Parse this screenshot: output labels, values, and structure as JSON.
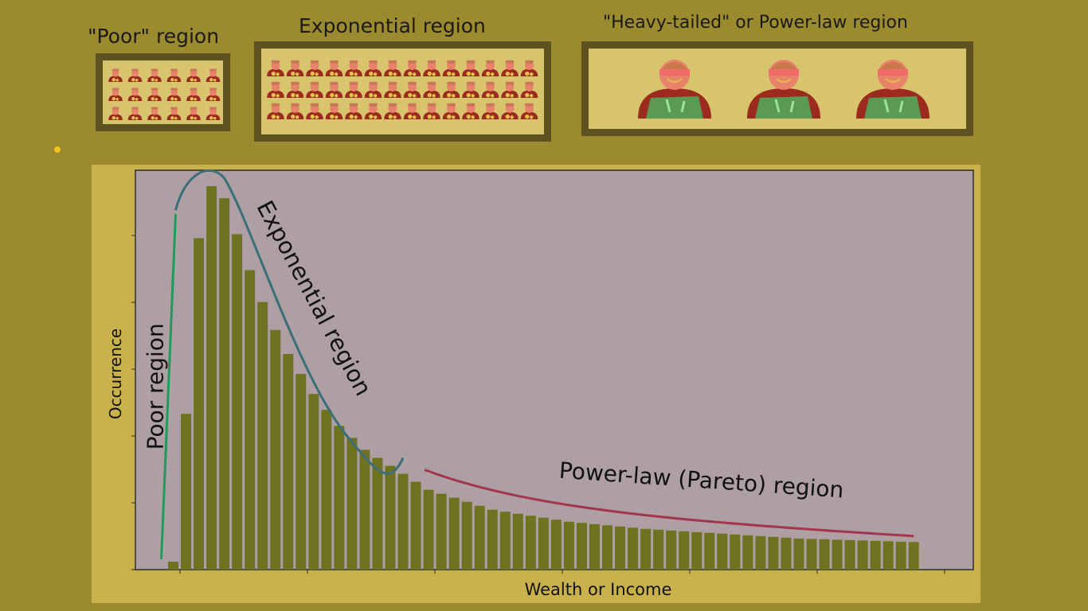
{
  "header": {
    "poor_label": "\"Poor\" region",
    "exp_label": "Exponential region",
    "heavy_label": "\"Heavy-tailed\" or Power-law region"
  },
  "panels": {
    "poor": {
      "rows": 3,
      "cols": 6
    },
    "exponential": {
      "rows": 3,
      "cols": 14
    },
    "heavy": {
      "count": 3
    }
  },
  "colors": {
    "background": "#9c8a2e",
    "panel_fill": "#d9c46e",
    "panel_border": "#5e5221",
    "plot_fill": "#ad9fa3",
    "bar": "#6f731f",
    "poor_curve": "#1f9a5a",
    "exp_curve": "#3a6e78",
    "pareto_curve": "#a3364a",
    "person_head": "#e8826a",
    "person_body": "#9c2b1f",
    "money": "#4fae5e"
  },
  "chart_data": {
    "type": "bar",
    "xlabel": "Wealth or Income",
    "ylabel": "Occurrence",
    "ylim": [
      0,
      100
    ],
    "values": [
      2,
      39,
      83,
      96,
      93,
      84,
      75,
      67,
      60,
      54,
      49,
      44,
      40,
      36,
      33,
      30,
      28,
      26,
      24,
      22,
      20,
      19,
      18,
      17,
      16,
      15,
      14.5,
      14,
      13.5,
      13,
      12.5,
      12,
      11.7,
      11.4,
      11.1,
      10.8,
      10.5,
      10.2,
      10,
      9.8,
      9.6,
      9.4,
      9.2,
      9,
      8.8,
      8.6,
      8.4,
      8.2,
      8,
      7.8,
      7.7,
      7.6,
      7.5,
      7.4,
      7.3,
      7.2,
      7.1,
      7,
      6.9
    ],
    "annotations": [
      {
        "text": "Poor region",
        "curve": "poor"
      },
      {
        "text": "Exponential region",
        "curve": "exponential"
      },
      {
        "text": "Power-law (Pareto) region",
        "curve": "pareto"
      }
    ]
  }
}
